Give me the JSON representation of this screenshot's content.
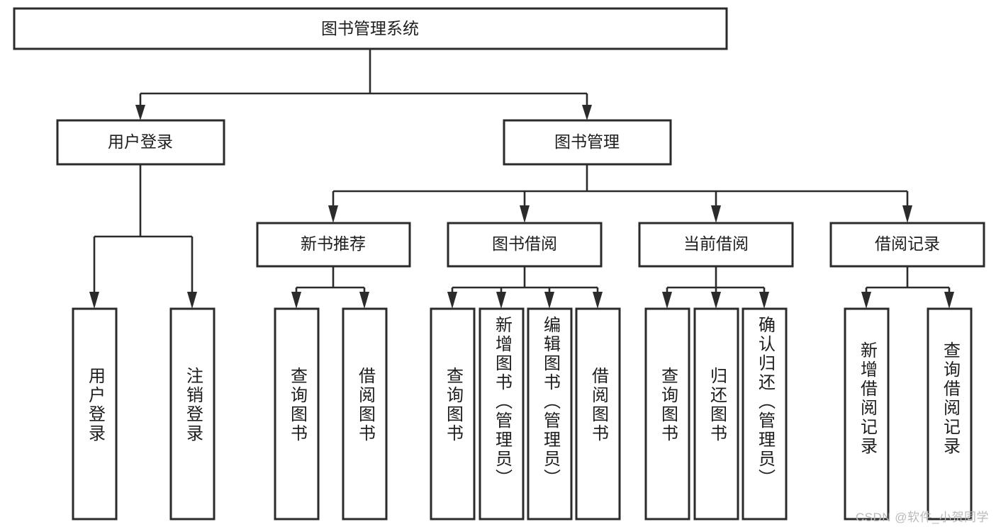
{
  "diagram": {
    "title_node": {
      "label": "图书管理系统"
    },
    "level2": [
      {
        "id": "user-login",
        "label": "用户登录"
      },
      {
        "id": "book-manage",
        "label": "图书管理"
      }
    ],
    "level3": [
      {
        "id": "new-book-recommend",
        "label": "新书推荐",
        "parent": "book-manage"
      },
      {
        "id": "book-borrow",
        "label": "图书借阅",
        "parent": "book-manage"
      },
      {
        "id": "current-borrow",
        "label": "当前借阅",
        "parent": "book-manage"
      },
      {
        "id": "borrow-record",
        "label": "借阅记录",
        "parent": "book-manage"
      }
    ],
    "leaves": [
      {
        "id": "leaf-user-login",
        "label": "用户登录",
        "parent": "user-login"
      },
      {
        "id": "leaf-user-logout",
        "label": "注销登录",
        "parent": "user-login"
      },
      {
        "id": "leaf-query-book-1",
        "label": "查询图书",
        "parent": "new-book-recommend"
      },
      {
        "id": "leaf-borrow-book-1",
        "label": "借阅图书",
        "parent": "new-book-recommend"
      },
      {
        "id": "leaf-query-book-2",
        "label": "查询图书",
        "parent": "book-borrow"
      },
      {
        "id": "leaf-add-book",
        "label": "新增图书（管理员）",
        "parent": "book-borrow"
      },
      {
        "id": "leaf-edit-book",
        "label": "编辑图书（管理员）",
        "parent": "book-borrow"
      },
      {
        "id": "leaf-borrow-book-2",
        "label": "借阅图书",
        "parent": "book-borrow"
      },
      {
        "id": "leaf-query-book-3",
        "label": "查询图书",
        "parent": "current-borrow"
      },
      {
        "id": "leaf-return-book",
        "label": "归还图书",
        "parent": "current-borrow"
      },
      {
        "id": "leaf-confirm-return",
        "label": "确认归还（管理员）",
        "parent": "current-borrow"
      },
      {
        "id": "leaf-add-borrow-record",
        "label": "新增借阅记录",
        "parent": "borrow-record"
      },
      {
        "id": "leaf-query-borrow-record",
        "label": "查询借阅记录",
        "parent": "borrow-record"
      }
    ],
    "colors": {
      "stroke": "#2b2b2b",
      "fill": "#ffffff",
      "text": "#1d1d1d",
      "watermark": "#b9b9b9"
    }
  },
  "watermark": {
    "text": "CSDN @软件_小贺同学"
  }
}
